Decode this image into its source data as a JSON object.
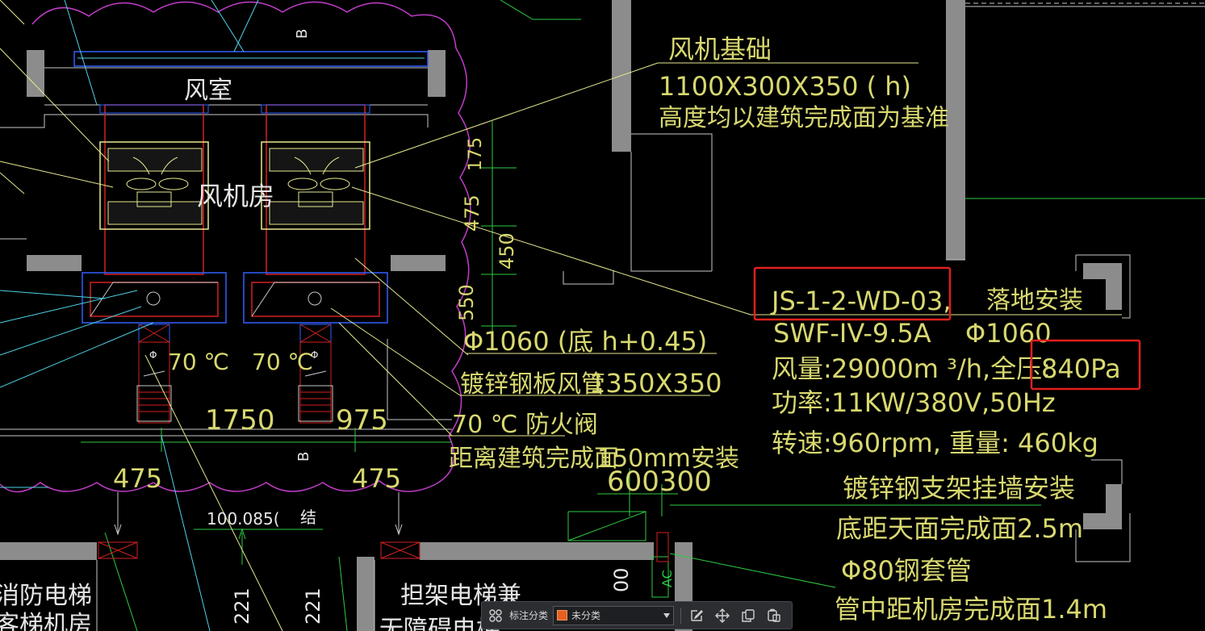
{
  "drawing": {
    "room_fan_chamber": "风室",
    "room_fan_room": "风机房",
    "section_marks": [
      "B",
      "B"
    ],
    "dim_175": "175",
    "dim_475_vertical": "475",
    "dim_450": "450",
    "dim_550": "550",
    "dim_1750": "1750",
    "dim_975": "975",
    "dim_475_left": "475",
    "dim_475_right": "475",
    "dim_600300": "600300",
    "temp_70_left": "70 ℃",
    "temp_70_right": "70 ℃",
    "elev_100": "100.085(",
    "elev_suffix": "结",
    "dim_221_a": "221",
    "dim_221_b": "221",
    "dim_00": "00",
    "dim_ac": "AC",
    "room_fire_elevator": "消防电梯",
    "room_fire_elevator_2": "客梯机房",
    "room_stretcher_elevator": "担架电梯兼",
    "room_stretcher_elevator_2": "无障碍电梯",
    "note_fan_base_title": "风机基础",
    "note_fan_base_size": "1100X300X350  ( h)",
    "note_fan_base_ref": "高度均以建筑完成面为基准",
    "note_equipment_id": "JS-1-2-WD-03,",
    "note_install_floor": "落地安装",
    "note_model": "SWF-IV-9.5A",
    "note_model_dia": "Φ1060",
    "note_airflow_label": "风量:",
    "note_airflow_value": "29000m ³/h,全压:",
    "note_pressure": "840Pa",
    "note_power_label": "功率:",
    "note_power_value": "11KW/380V,50Hz",
    "note_speed_label": "转速:",
    "note_speed_value": "960rpm, 重量:  460kg",
    "note_duct_dia": "Φ1060 (底 h+0.45)",
    "note_duct_steel": "镀锌钢板风管",
    "note_duct_size": "1350X350",
    "note_damper": "70 ℃ 防火阀",
    "note_distance": "距离建筑完成面",
    "note_150": "150mm",
    "note_install": "安装",
    "note_bracket": "镀锌钢支架挂墙安装",
    "note_bottom": "底距天面完成面2.5m",
    "note_sleeve": "Φ80钢套管",
    "note_pipe_center": "管中距机房完成面1.4m"
  },
  "highlights": {
    "color": "#e0201c"
  },
  "toolbar": {
    "grid_icon": "grid-icon",
    "label": "标注分类",
    "select_value": "未分类",
    "swatch_color": "#e8601c",
    "actions": [
      "edit-icon",
      "move-icon",
      "copy-icon",
      "paste-icon"
    ]
  },
  "colors": {
    "background": "#000000",
    "wall": "#8c8c8c",
    "text": "#d8d870",
    "leader": "#e8e890",
    "green": "#2ecc40",
    "cyan": "#4fd2e6",
    "magenta": "#c23cc8",
    "red": "#d42020",
    "blue": "#3060ff"
  }
}
